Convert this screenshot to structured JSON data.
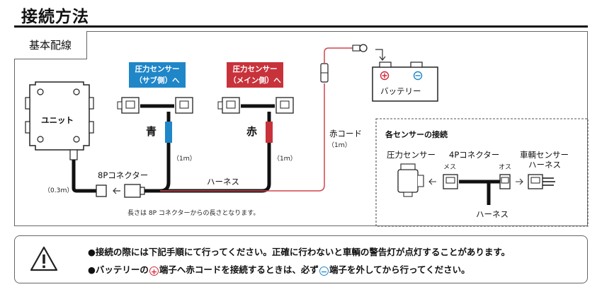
{
  "page_title": "接続方法",
  "section_label": "基本配線",
  "labels": {
    "unit": "ユニット",
    "sensor_sub_line1": "圧力センサー",
    "sensor_sub_line2": "（サブ側）へ",
    "sensor_main_line1": "圧力センサー",
    "sensor_main_line2": "（メイン側）へ",
    "blue": "青",
    "red": "赤",
    "len_1m_a": "（1ｍ）",
    "len_1m_b": "（1ｍ）",
    "len_1m_c": "（1ｍ）",
    "len_03m": "（0.3ｍ）",
    "connector_8p": "8Pコネクター",
    "harness": "ハーネス",
    "red_cord": "赤コード",
    "battery": "バッテリー",
    "length_note": "長さは 8P コネクターからの長さとなります。"
  },
  "inset": {
    "title": "各センサーの接続",
    "pressure_sensor": "圧力センサー",
    "connector_4p": "4Pコネクター",
    "vehicle_harness_line1": "車輌センサー",
    "vehicle_harness_line2": "ハーネス",
    "female": "メス",
    "male": "オス",
    "harness": "ハーネス"
  },
  "warning": {
    "note1": "●接続の際には下記手順にて行ってください。正確に行わないと車輌の警告灯が点灯することがあります。",
    "note2_a": "●バッテリーの",
    "note2_b": "端子へ赤コードを接続するときは、必ず",
    "note2_c": "端子を外してから行ってください。",
    "plus": "+",
    "minus": "−"
  },
  "colors": {
    "blue": "#1f86c8",
    "red": "#c8323b",
    "red_cord": "#d0454f"
  }
}
